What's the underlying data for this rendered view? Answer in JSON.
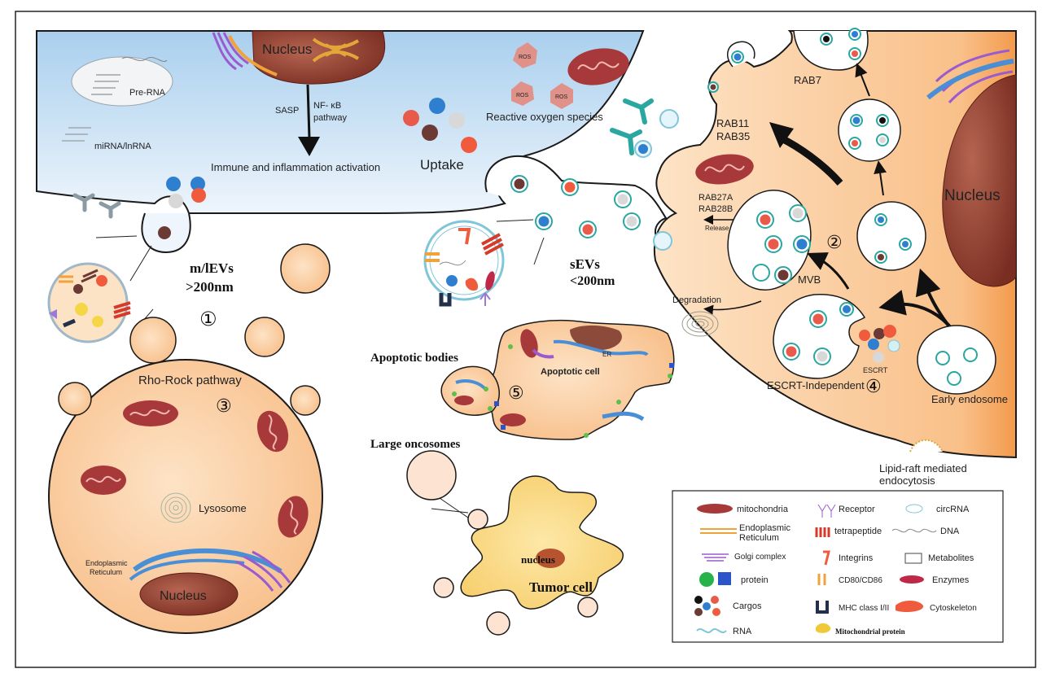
{
  "top_cell": {
    "nucleus": "Nucleus",
    "pre_rna": "Pre-RNA",
    "mirna": "miRNA/lnRNA",
    "sasp": "SASP",
    "nfkb": "NF- κB",
    "pathway": "pathway",
    "immune": "Immune and inflammation activation",
    "ros": "ROS",
    "ros_label": "Reactive  oxygen species",
    "uptake": "Uptake"
  },
  "vesicles": {
    "mlevs": "m/lEVs",
    "mlevs_size": ">200nm",
    "sevs": "sEVs",
    "sevs_size": "<200nm"
  },
  "right_cell": {
    "nucleus": "Nucleus",
    "rab7": "RAB7",
    "rab11": "RAB11",
    "rab35": "RAB35",
    "rab27a": "RAB27A",
    "rab28b": "RAB28B",
    "release": "Release",
    "mvb": "MVB",
    "degradation": "Degradation",
    "escrt": "ESCRT",
    "escrt_independent": "ESCRT-Independent",
    "early_endosome": "Early endosome",
    "lipid_raft_1": "Lipid-raft mediated",
    "lipid_raft_2": "endocytosis"
  },
  "lower_left_cell": {
    "rho_rock": "Rho-Rock pathway",
    "lysosome": "Lysosome",
    "er_1": "Endoplasmic",
    "er_2": "Reticulum",
    "nucleus": "Nucleus"
  },
  "apoptosis": {
    "apoptotic_bodies": "Apoptotic bodies",
    "apoptotic_cell": "Apoptotic cell",
    "er": "ER"
  },
  "tumor": {
    "large_oncosomes": "Large oncosomes",
    "nucleus": "nucleus",
    "tumor_cell": "Tumor cell"
  },
  "steps": {
    "one": "①",
    "two": "②",
    "three": "③",
    "four": "④",
    "five": "⑤"
  },
  "legend": {
    "mitochondria": "mitochondria",
    "receptor": "Receptor",
    "circrna": "circRNA",
    "er_1": "Endoplasmic",
    "er_2": "Reticulum",
    "tetrapeptide": "tetrapeptide",
    "dna": "DNA",
    "golgi": "Golgi complex",
    "integrins": "Integrins",
    "metabolites": "Metabolites",
    "protein": "protein",
    "cd80": "CD80/CD86",
    "enzymes": "Enzymes",
    "cargos": "Cargos",
    "mhc": "MHC class I/II",
    "cytoskeleton": "Cytoskeleton",
    "rna": "RNA",
    "mito_protein": "Mitochondrial protein"
  },
  "colors": {
    "cell_orange": "#fbd3ac",
    "cell_blue": "#d5e8f7",
    "mito": "#a8393a",
    "nucleus": "#a0493a",
    "cargo_blue": "#2f7fd0",
    "cargo_red": "#e85b4a",
    "cargo_brown": "#6b3a34",
    "teal": "#2aa7a0"
  }
}
